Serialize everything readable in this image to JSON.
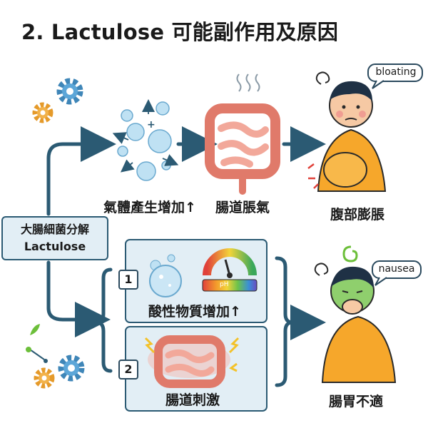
{
  "title": "2. Lactulose 可能副作用及原因",
  "source": {
    "line1": "大腸細菌分解",
    "line2": "Lactulose"
  },
  "top_row": {
    "gas_caption": "氣體產生增加↑",
    "gas_plus": "+",
    "intestine_caption": "腸道脹氣",
    "symptom_caption": "腹部膨脹",
    "symptom_bubble": "bloating"
  },
  "bottom_row": {
    "step1_number": "1",
    "step1_caption": "酸性物質增加↑",
    "ph_label": "pH",
    "step2_number": "2",
    "step2_caption": "腸道刺激",
    "symptom_caption": "腸胃不適",
    "symptom_bubble": "nausea"
  },
  "colors": {
    "arrow": "#2b5a73",
    "panel_bg": "#e2eef5",
    "intestine": "#e88a7a",
    "bubble": "#aed6ee",
    "shirt": "#f6a72b",
    "nausea_face": "#8fcf6d"
  }
}
